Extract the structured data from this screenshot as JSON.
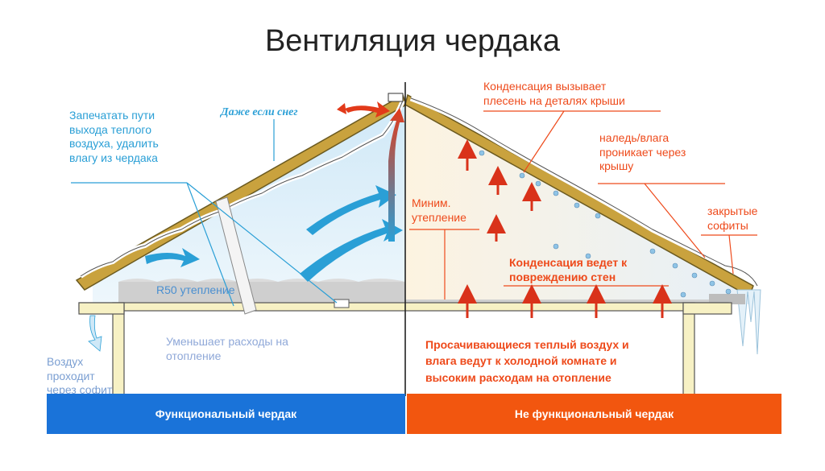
{
  "title": "Вентиляция чердака",
  "left": {
    "seal_note": [
      "Запечатать пути",
      "выхода теплого",
      "воздуха, удалить",
      "влагу из чердака"
    ],
    "snow_note": "Даже если снег",
    "insulation_note": "R50 утепление",
    "cost_note": [
      "Уменьшает расходы на",
      "отопление"
    ],
    "soffit_note": [
      "Воздух",
      "проходит",
      "через софит"
    ],
    "bar_label": "Функциональный чердак",
    "bar_color": "#1a73d9"
  },
  "right": {
    "condensation_note": [
      "Конденсация вызывает",
      "плесень на деталях крыши"
    ],
    "ice_note": [
      "наледь/влага",
      "проникает через",
      "крышу"
    ],
    "min_insulation_note": [
      "Миним.",
      "утепление"
    ],
    "closed_soffit_note": [
      "закрытые",
      "софиты"
    ],
    "wall_damage_note": [
      "Конденсация ведет к",
      "повреждению стен"
    ],
    "leak_note": [
      "Просачивающиеся теплый воздух и",
      "влага ведут к холодной комнате и",
      "высоким расходам на отопление"
    ],
    "bar_label": "Не функциональный чердак",
    "bar_color": "#f2560f"
  },
  "colors": {
    "cold_blue": "#2a9fd6",
    "warm_orange": "#ee4a1b",
    "wall_fill": "#f7f1c4",
    "insulation": "#cfcfcf"
  }
}
